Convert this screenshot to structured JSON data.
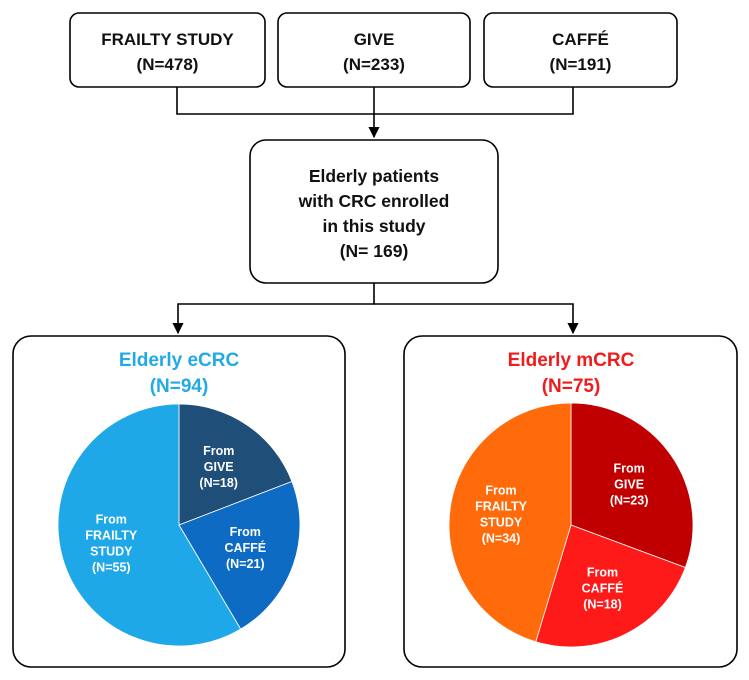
{
  "sources": [
    {
      "name": "FRAILTY STUDY",
      "n": "(N=478)"
    },
    {
      "name": "GIVE",
      "n": "(N=233)"
    },
    {
      "name": "CAFFÉ",
      "n": "(N=191)"
    }
  ],
  "center": {
    "lines": [
      "Elderly patients",
      "with CRC enrolled",
      "in this study",
      "(N= 169)"
    ]
  },
  "chart_data": [
    {
      "type": "pie",
      "title": "Elderly eCRC",
      "subtitle": "(N=94)",
      "title_color": "#22AAE6",
      "slices": [
        {
          "label": [
            "From",
            "GIVE",
            "(N=18)"
          ],
          "value": 18,
          "color": "#1F4E79"
        },
        {
          "label": [
            "From",
            "CAFFÉ",
            "(N=21)"
          ],
          "value": 21,
          "color": "#0E6BC4"
        },
        {
          "label": [
            "From",
            "FRAILTY",
            "STUDY",
            "(N=55)"
          ],
          "value": 55,
          "color": "#1FA8E8"
        }
      ]
    },
    {
      "type": "pie",
      "title": "Elderly mCRC",
      "subtitle": "(N=75)",
      "title_color": "#F01C1C",
      "slices": [
        {
          "label": [
            "From",
            "GIVE",
            "(N=23)"
          ],
          "value": 23,
          "color": "#C00000"
        },
        {
          "label": [
            "From",
            "CAFFÉ",
            "(N=18)"
          ],
          "value": 18,
          "color": "#FF1A1A"
        },
        {
          "label": [
            "From",
            "FRAILTY",
            "STUDY",
            "(N=34)"
          ],
          "value": 34,
          "color": "#FF6A0A"
        }
      ]
    }
  ]
}
